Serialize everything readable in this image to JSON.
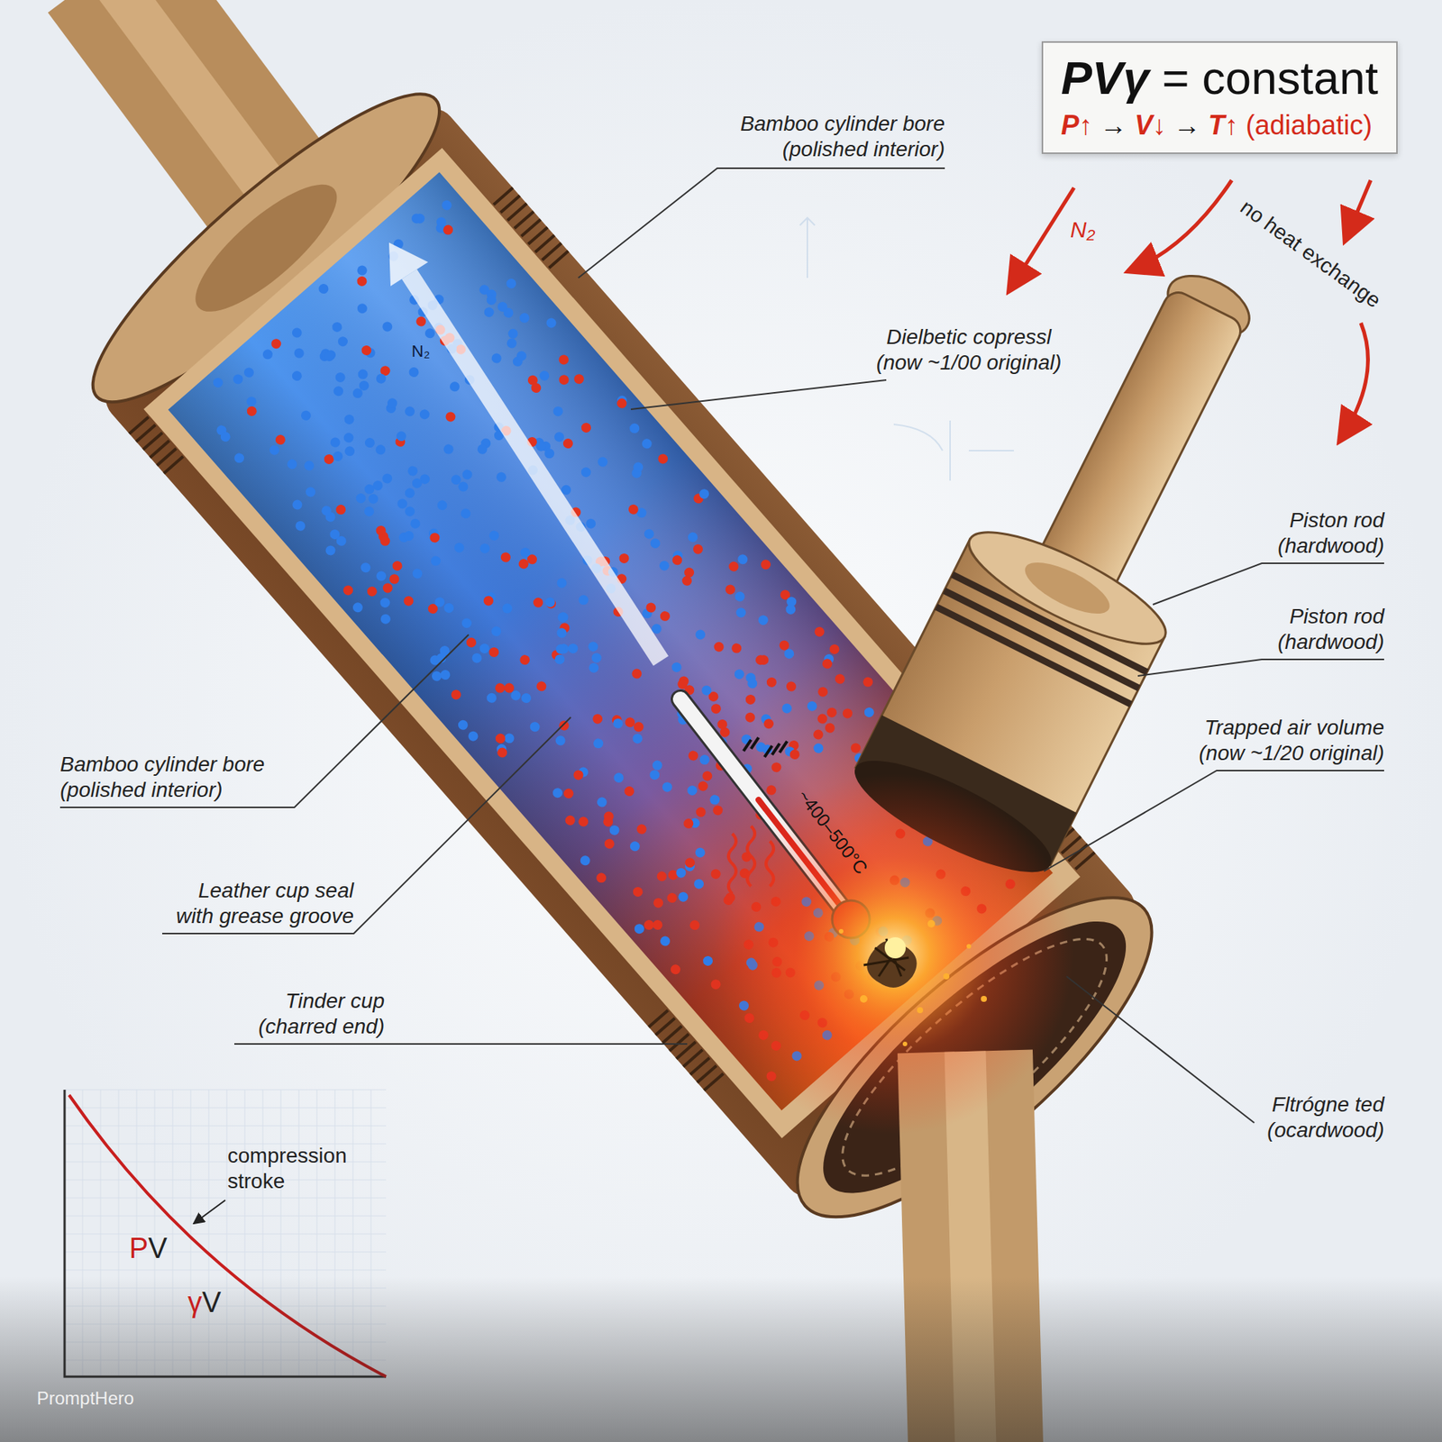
{
  "diagram": {
    "nodes": [
      {
        "text": [
          "PVγ = constant",
          "P↑ → V↓ → T↑ (adiabatic)"
        ]
      }
    ],
    "labels": [
      "no heat exchange",
      "N₂",
      "Bamboo cylinder bore (polished interior)",
      "Dielbetic copressl (now ~1/00 original)",
      "Piston rod (hardwood)",
      "Piston rod (hardwood)",
      "Trapped air volume (now ~1/20 original)",
      "Bamboo cylinder bore (polished interior)",
      "Leather cup seal with grease groove",
      "N₂",
      "~400–500°C",
      "Tinder cup (charred end)",
      "Fltrógne ted (ocardwood)",
      "compression stroke",
      "PV",
      "γV",
      "PromptHero"
    ]
  }
}
